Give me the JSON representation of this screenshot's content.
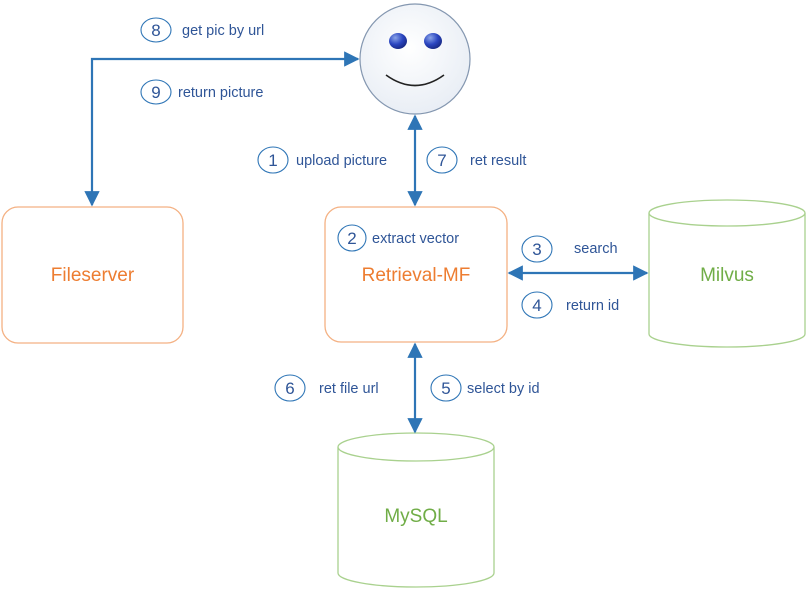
{
  "nodes": {
    "user": {
      "icon": "smiley-face-icon"
    },
    "fileserver": {
      "label": "Fileserver"
    },
    "retrieval": {
      "label": "Retrieval-MF"
    },
    "milvus": {
      "label": "Milvus"
    },
    "mysql": {
      "label": "MySQL"
    }
  },
  "steps": [
    {
      "num": "1",
      "label": "upload picture"
    },
    {
      "num": "2",
      "label": "extract vector"
    },
    {
      "num": "3",
      "label": "search"
    },
    {
      "num": "4",
      "label": "return id"
    },
    {
      "num": "5",
      "label": "select by id"
    },
    {
      "num": "6",
      "label": "ret file url"
    },
    {
      "num": "7",
      "label": "ret result"
    },
    {
      "num": "8",
      "label": "get pic by url"
    },
    {
      "num": "9",
      "label": "return picture"
    }
  ],
  "colors": {
    "arrow": "#2e75b6",
    "step_text": "#2f5597",
    "service_border": "#f4b183",
    "service_text": "#ed7d31",
    "database_border": "#a9d18e",
    "database_text": "#70ad47"
  }
}
